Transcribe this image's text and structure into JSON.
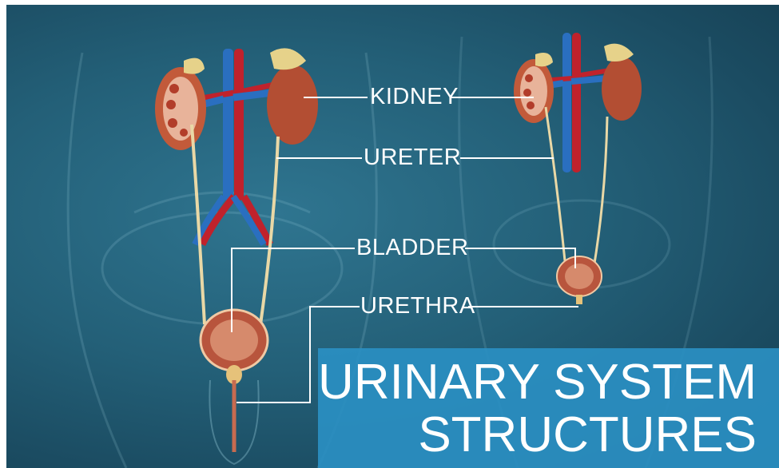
{
  "labels": {
    "kidney": "KIDNEY",
    "ureter": "URETER",
    "bladder": "BLADDER",
    "urethra": "URETHRA"
  },
  "title": {
    "line1": "URINARY SYSTEM",
    "line2": "STRUCTURES"
  },
  "colors": {
    "background": "#235f77",
    "banner": "#2a8fc2",
    "leader_line": "#ffffff",
    "artery": "#c0222c",
    "vein": "#2a6fc0",
    "kidney": "#c25a3a",
    "adrenal": "#e6d28a",
    "bladder": "#b8553d",
    "ureter": "#e9d8a6"
  }
}
